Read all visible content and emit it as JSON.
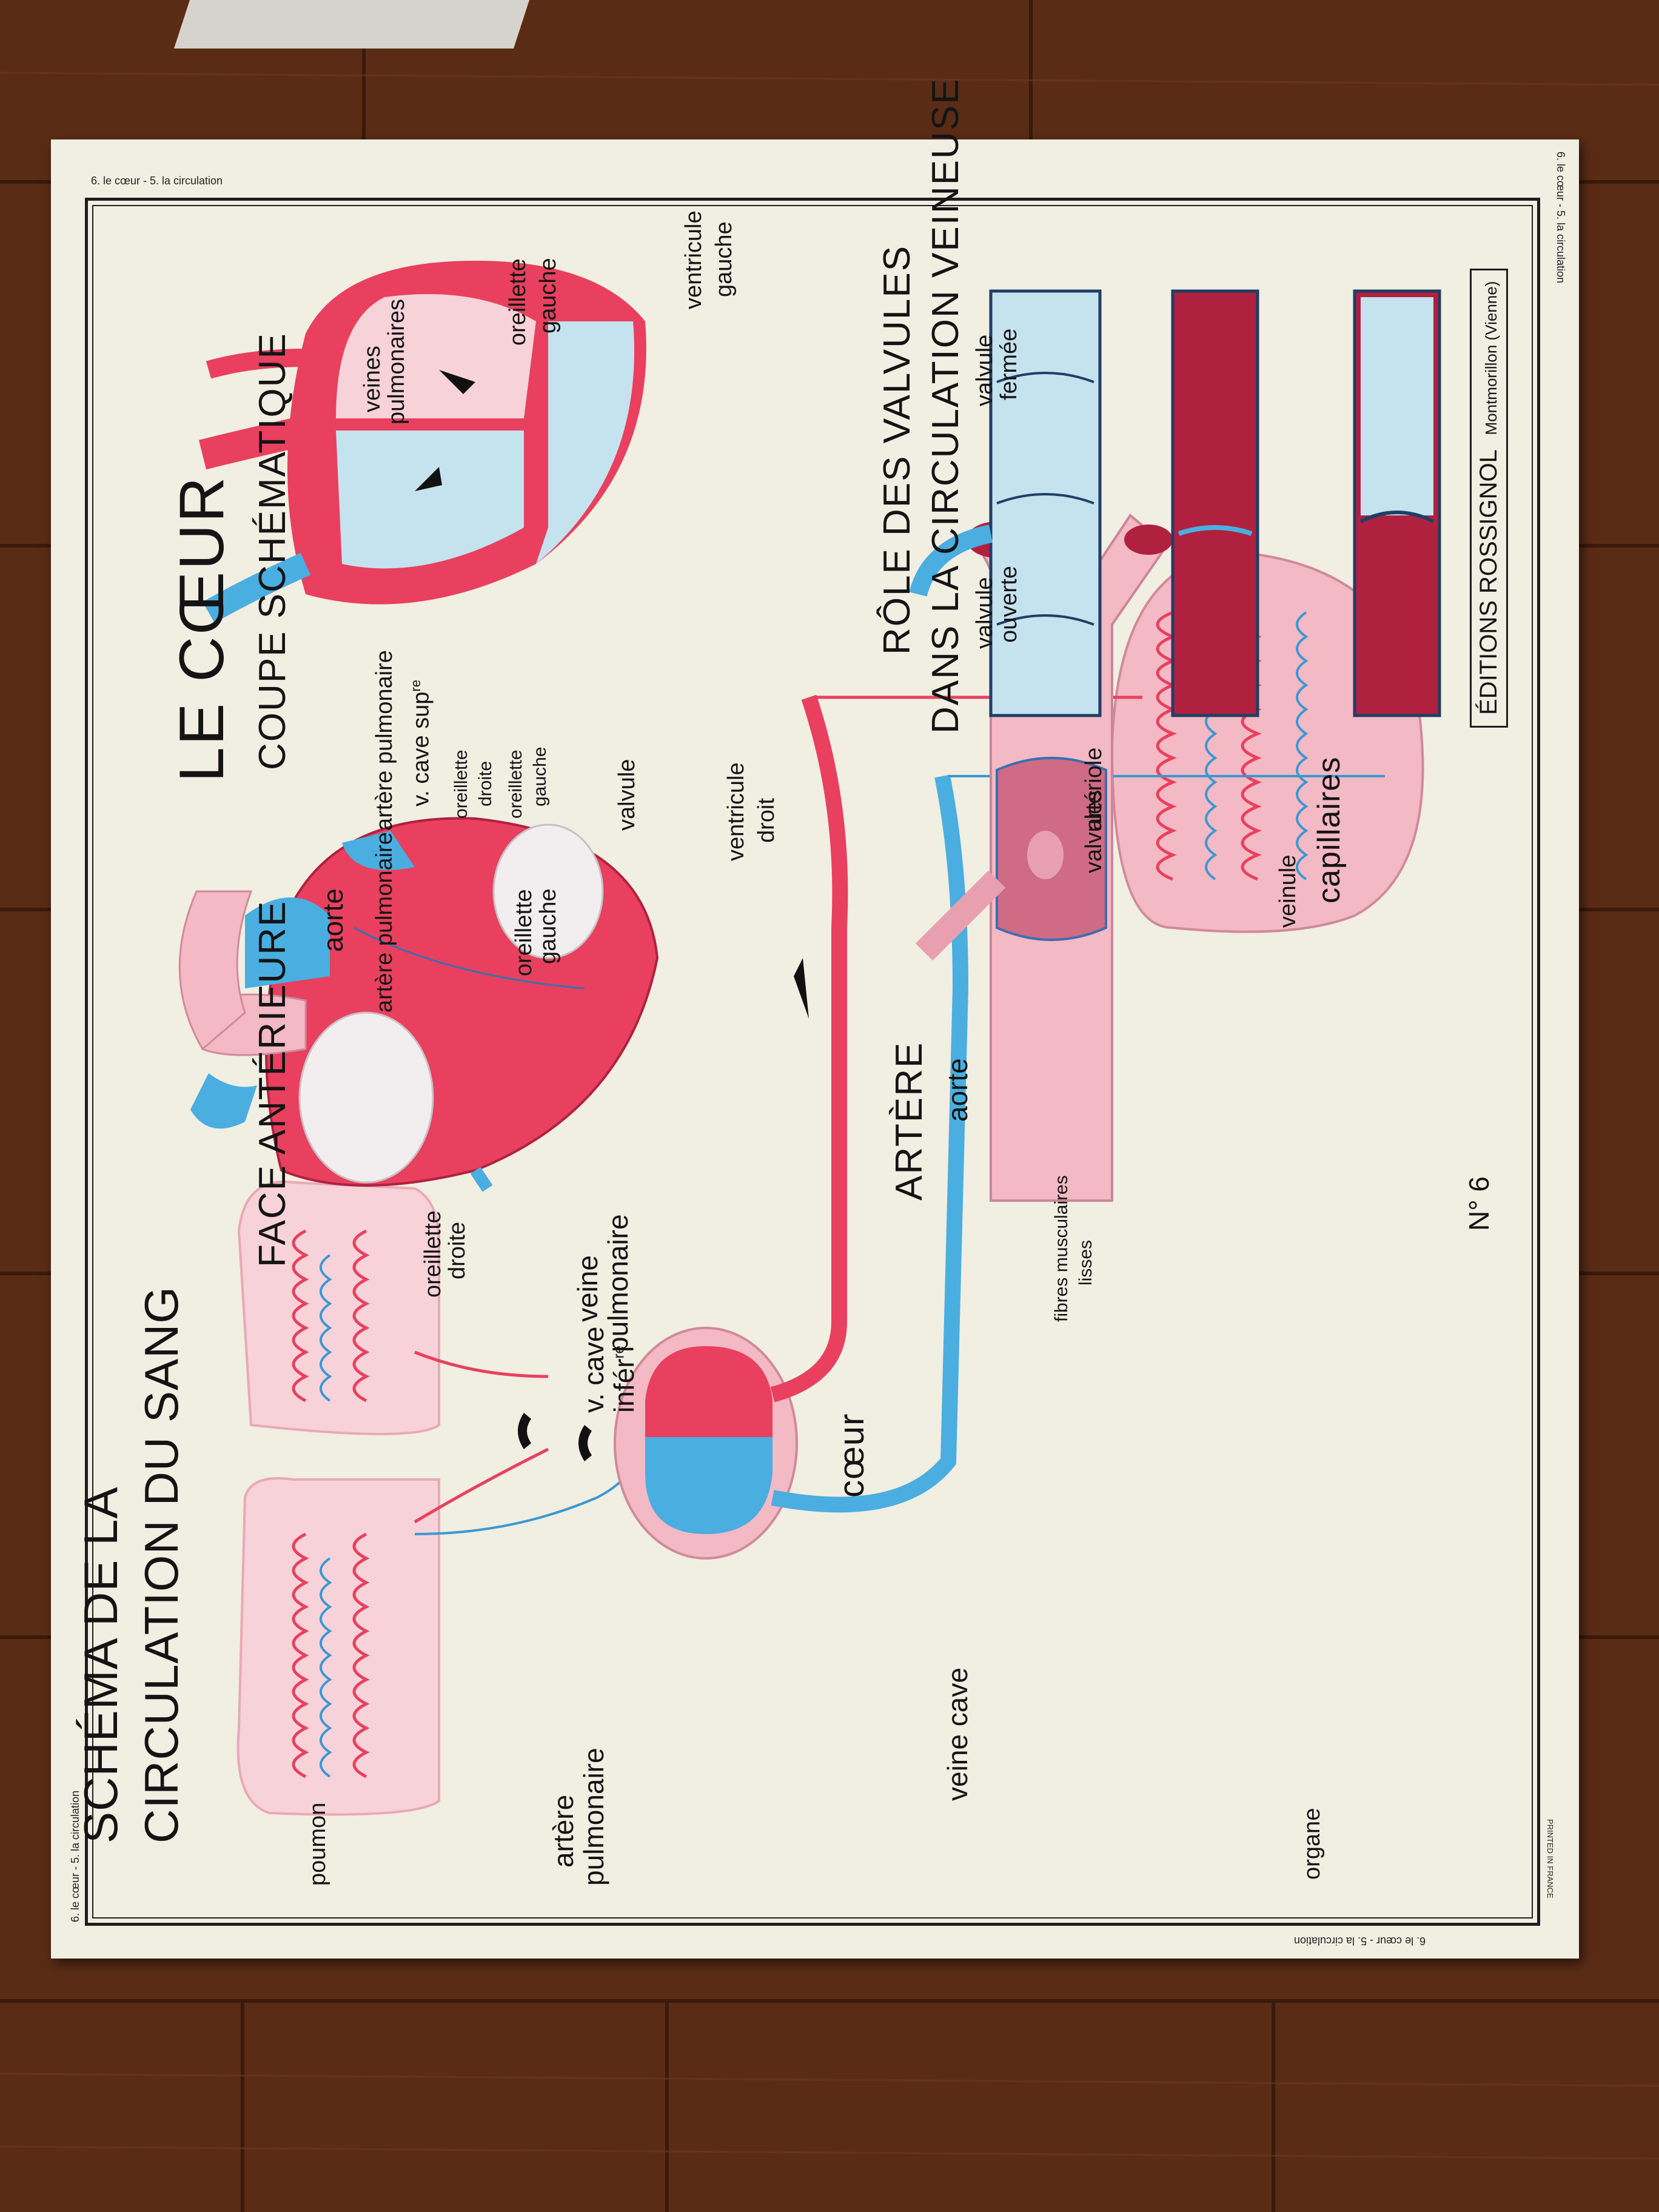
{
  "margins": {
    "top": "6. le cœur - 5. la circulation",
    "left": "6. le cœur - 5. la circulation",
    "right": "6. le cœur - 5. la circulation",
    "bottom": "6. le cœur - 5. la circulation",
    "printed": "PRINTED IN FRANCE"
  },
  "circulation": {
    "title_line1": "SCHÉMA DE LA",
    "title_line2": "CIRCULATION DU SANG",
    "labels": {
      "poumon": "poumon",
      "artere_pulmonaire_1": "artère",
      "artere_pulmonaire_2": "pulmonaire",
      "veine_pulmonaire_1": "veine",
      "veine_pulmonaire_2": "pulmonaire",
      "coeur": "cœur",
      "veine_cave": "veine cave",
      "aorte": "aorte",
      "capillaires": "capillaires",
      "organe": "organe"
    }
  },
  "coeur": {
    "title": "LE CŒUR",
    "face_title": "FACE ANTÉRIEURE",
    "coupe_title": "COUPE SCHÉMATIQUE",
    "face_labels": {
      "aorte": "aorte",
      "artere_pulmonaire": "artère pulmonaire",
      "oreillette_gauche_1": "oreillette",
      "oreillette_gauche_2": "gauche",
      "oreillette_droite_1": "oreillette",
      "oreillette_droite_2": "droite",
      "v_cave_1": "v. cave",
      "v_cave_2": "infér",
      "v_cave_sup": "re"
    },
    "coupe_labels": {
      "veines_pulmonaires_1": "veines",
      "veines_pulmonaires_2": "pulmonaires",
      "oreillette_gauche_1": "oreillette",
      "oreillette_gauche_2": "gauche",
      "ventricule_gauche_1": "ventricule",
      "ventricule_gauche_2": "gauche",
      "artere_pulmonaire": "artère pulmonaire",
      "v_cave_sup": "v. cave sup",
      "v_cave_sup_sup": "re",
      "oreillette_droite_1": "oreillette",
      "oreillette_droite_2": "droite",
      "oreillette_gauche_b1": "oreillette",
      "oreillette_gauche_b2": "gauche",
      "valvule": "valvule",
      "ventricule_droit_1": "ventricule",
      "ventricule_droit_2": "droit"
    }
  },
  "artere": {
    "title": "ARTÈRE",
    "labels": {
      "fibres_1": "fibres musculaires",
      "fibres_2": "lisses",
      "arteriole": "artériole"
    }
  },
  "valvules": {
    "title_line1": "RÔLE DES VALVULES",
    "title_line2": "DANS LA CIRCULATION VEINEUSE",
    "labels": {
      "valvules": "valvules",
      "veinule": "veinule",
      "ouverte_1": "valvule",
      "ouverte_2": "ouverte",
      "fermee_1": "valvule",
      "fermee_2": "fermée"
    }
  },
  "footer": {
    "number": "N° 6",
    "editor": "ÉDITIONS ROSSIGNOL",
    "city": "Montmorillon (Vienne)"
  },
  "colors": {
    "red": "#e8405e",
    "dark_red": "#b0213f",
    "pink": "#f3b9c4",
    "light_pink": "#f7d2d8",
    "blue": "#4aaee0",
    "light_blue": "#c5e2ef",
    "paper": "#f1eee2",
    "floor": "#5a2c16"
  }
}
